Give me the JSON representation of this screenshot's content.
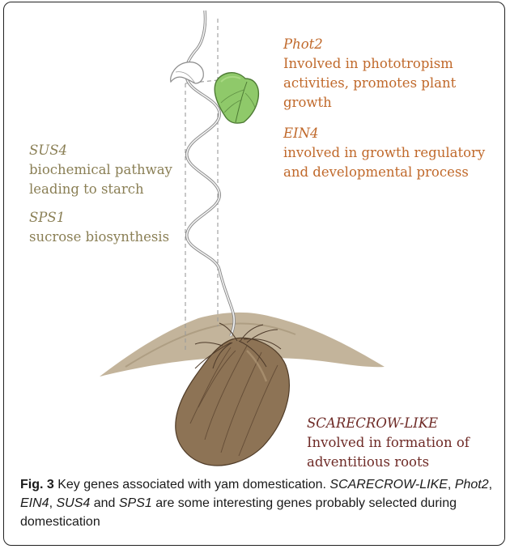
{
  "labels": {
    "phot2": {
      "gene": "Phot2",
      "line1": "Involved in phototropism",
      "line2": "activities, promotes plant growth"
    },
    "ein4": {
      "gene": "EIN4",
      "line1": "involved in growth regulatory",
      "line2": "and developmental process"
    },
    "sus4": {
      "gene": "SUS4",
      "line1": "biochemical pathway",
      "line2": "leading to starch"
    },
    "sps1": {
      "gene": "SPS1",
      "line1": "sucrose biosynthesis"
    },
    "scarecrow": {
      "gene": "SCARECROW-LIKE",
      "line1": "Involved in formation of",
      "line2": "adventitious roots"
    }
  },
  "caption": {
    "fig": "Fig. 3",
    "title": " Key genes associated with yam domestication. ",
    "g1": "SCARECROW-LIKE",
    "sep1": ", ",
    "g2": "Phot2",
    "sep2": ", ",
    "g3": "EIN4",
    "sep3": ", ",
    "g4": "SUS4",
    "and": " and ",
    "g5": "SPS1",
    "rest": " are some interesting genes probably selected during domestication"
  },
  "colors": {
    "phot2_ein4": "#c0692b",
    "sus4_sps1": "#8a7f55",
    "scarecrow": "#6e2a26"
  }
}
